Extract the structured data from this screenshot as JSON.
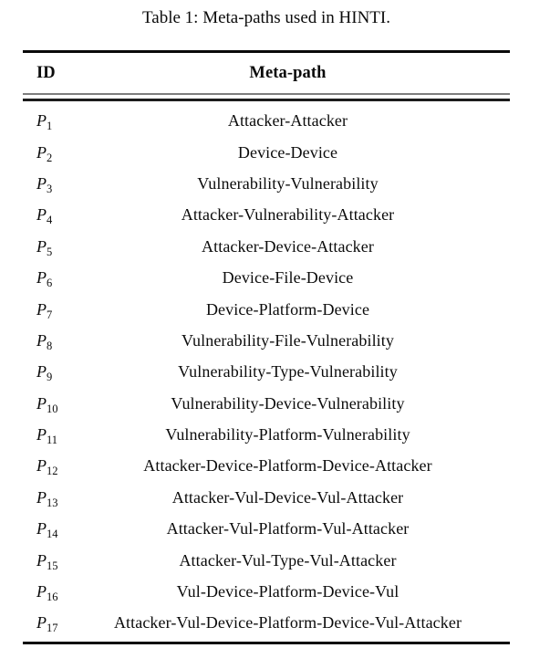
{
  "caption": "Table 1: Meta-paths used in HINTI.",
  "table": {
    "id_symbol": "P",
    "columns": {
      "id": "ID",
      "metapath": "Meta-path"
    },
    "rows": [
      {
        "sub": "1",
        "path": "Attacker-Attacker"
      },
      {
        "sub": "2",
        "path": "Device-Device"
      },
      {
        "sub": "3",
        "path": "Vulnerability-Vulnerability"
      },
      {
        "sub": "4",
        "path": "Attacker-Vulnerability-Attacker"
      },
      {
        "sub": "5",
        "path": "Attacker-Device-Attacker"
      },
      {
        "sub": "6",
        "path": "Device-File-Device"
      },
      {
        "sub": "7",
        "path": "Device-Platform-Device"
      },
      {
        "sub": "8",
        "path": "Vulnerability-File-Vulnerability"
      },
      {
        "sub": "9",
        "path": "Vulnerability-Type-Vulnerability"
      },
      {
        "sub": "10",
        "path": "Vulnerability-Device-Vulnerability"
      },
      {
        "sub": "11",
        "path": "Vulnerability-Platform-Vulnerability"
      },
      {
        "sub": "12",
        "path": "Attacker-Device-Platform-Device-Attacker"
      },
      {
        "sub": "13",
        "path": "Attacker-Vul-Device-Vul-Attacker"
      },
      {
        "sub": "14",
        "path": "Attacker-Vul-Platform-Vul-Attacker"
      },
      {
        "sub": "15",
        "path": "Attacker-Vul-Type-Vul-Attacker"
      },
      {
        "sub": "16",
        "path": "Vul-Device-Platform-Device-Vul"
      },
      {
        "sub": "17",
        "path": "Attacker-Vul-Device-Platform-Device-Vul-Attacker"
      }
    ]
  }
}
